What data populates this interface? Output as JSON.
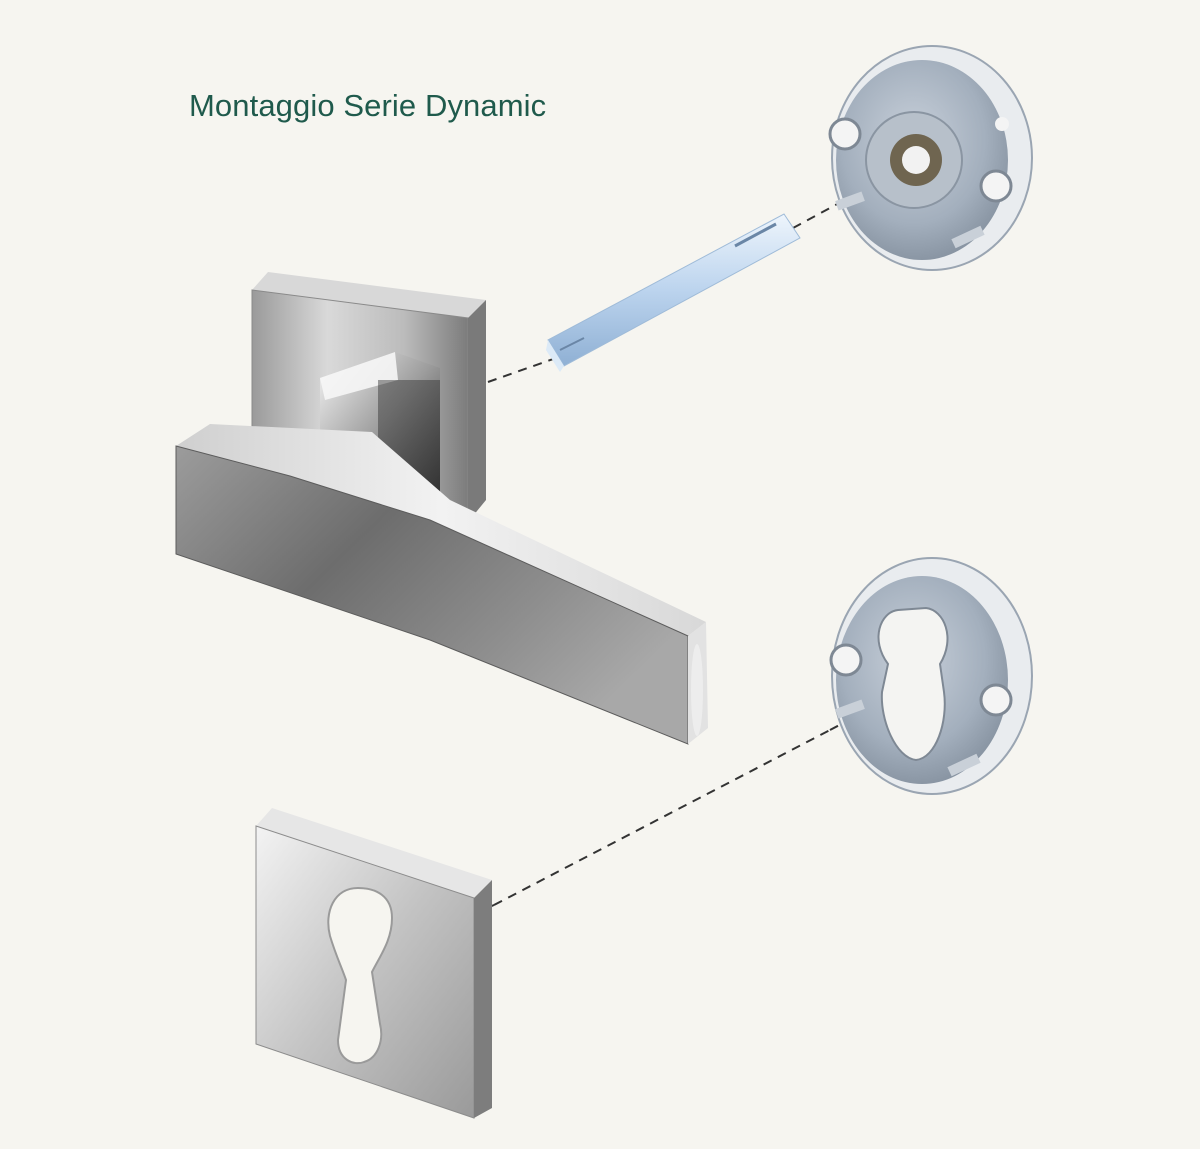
{
  "title": "Montaggio Serie Dynamic",
  "colors": {
    "background": "#f6f5f0",
    "title": "#1f5a4c",
    "chrome_light": "#e9e9e9",
    "chrome_dark": "#4a4a4a",
    "zinc_part": "#a9b4c2",
    "spindle": "#c9dcf0",
    "guide_line": "#333333"
  },
  "components": [
    "rose-mounting-ring",
    "square-spindle",
    "lever-handle-with-rose",
    "escutcheon-mounting-ring",
    "euro-cylinder-escutcheon"
  ]
}
